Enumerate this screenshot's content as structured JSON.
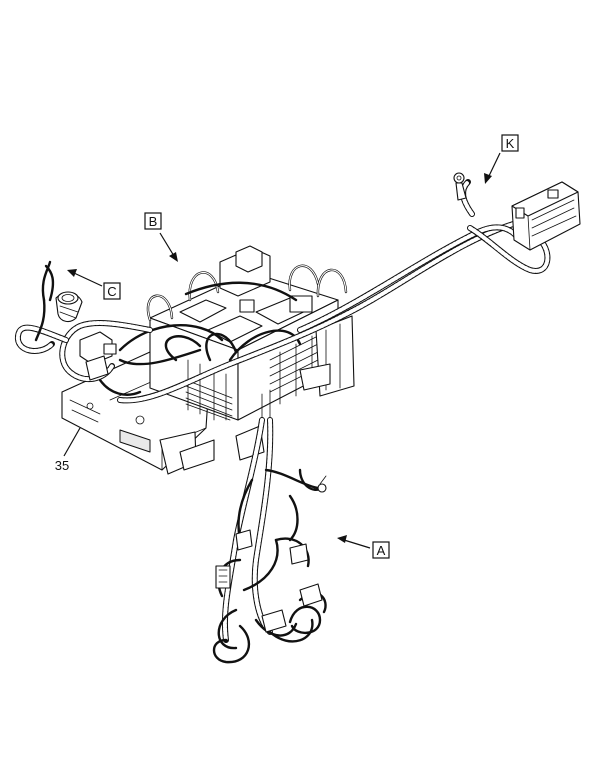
{
  "callouts": {
    "k": "K",
    "b": "B",
    "c": "C",
    "a": "A",
    "ref35": "35"
  }
}
